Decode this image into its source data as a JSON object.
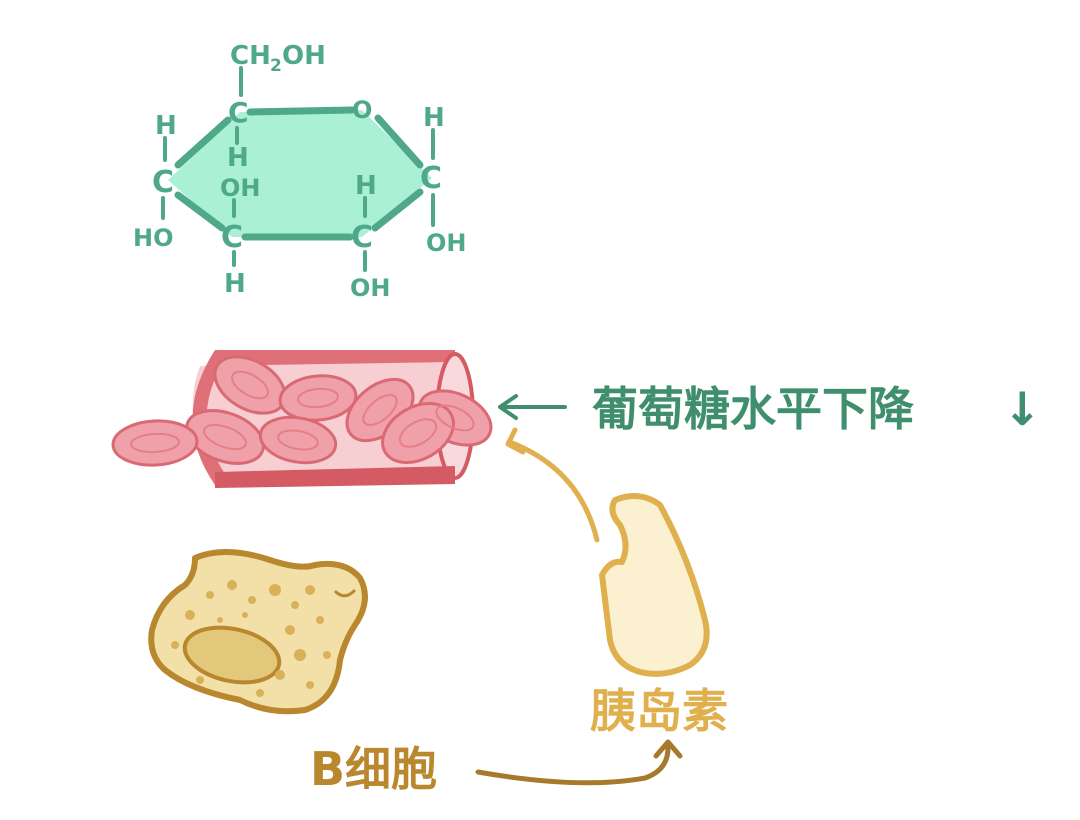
{
  "glucose": {
    "ch2oh_ch": "CH",
    "ch2oh_sub": "2",
    "ch2oh_oh": "OH",
    "ring_o": "O",
    "c": "C",
    "h": "H",
    "oh": "OH",
    "ho": "HO"
  },
  "labels": {
    "glucose_drop": "葡萄糖水平下降",
    "glucose_drop_arrow": "↓",
    "insulin": "胰岛素",
    "b_cell": "B细胞"
  },
  "colors": {
    "molecule": "#4fa88a",
    "ring_fill": "#a9f0d5",
    "vessel": "#e07078",
    "rbc": "#f0a0a8",
    "insulin": "#e0b04f",
    "b_cell": "#b8872e"
  }
}
